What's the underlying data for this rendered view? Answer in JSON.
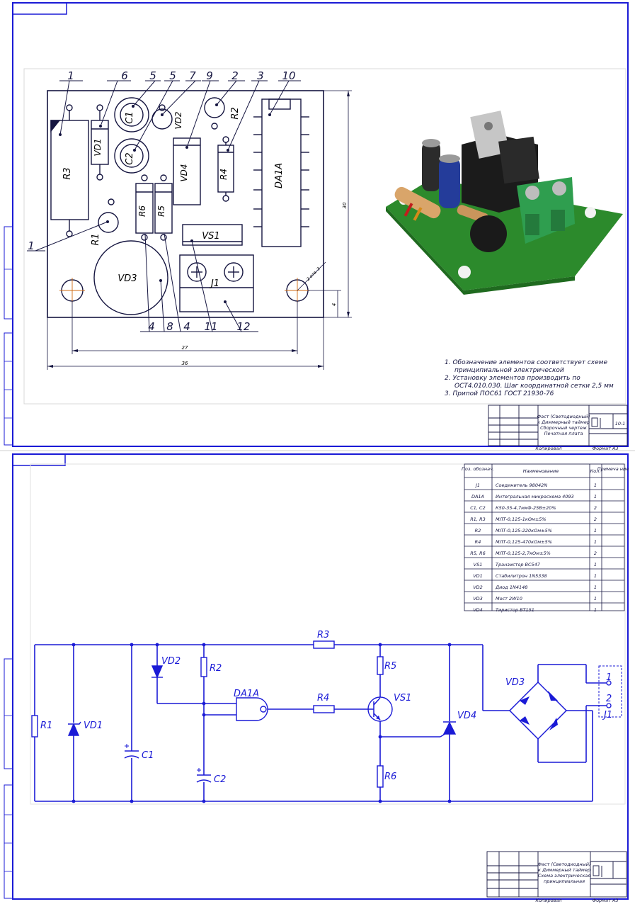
{
  "colors": {
    "frame_blue": "#1a1ad6",
    "drawing_dark": "#151540",
    "pcb_green": "#2c8a2c",
    "terminal_green": "#2f9e4f",
    "heatsink": "#1b1b1b"
  },
  "assembly": {
    "callouts": [
      "1",
      "6",
      "5",
      "5",
      "7",
      "9",
      "2",
      "3",
      "10"
    ],
    "bottom_callouts": [
      "4",
      "8",
      "4",
      "11",
      "12"
    ],
    "left_callout": "1",
    "components": {
      "R3": "R3",
      "VD1": "VD1",
      "C1": "C1",
      "C2": "C2",
      "VD2": "VD2",
      "VD4": "VD4",
      "R2": "R2",
      "R4": "R4",
      "DA1A": "DA1A",
      "R1": "R1",
      "R6": "R6",
      "R5": "R5",
      "VS1": "VS1",
      "VD3": "VD3",
      "J1": "J1"
    },
    "dims": {
      "width_inner": "27",
      "width_total": "36",
      "height": "30",
      "hole_offset": "4",
      "hole": "2 отв. 3"
    },
    "notes": [
      "1. Обозначение элементов соответствует схеме",
      "принципиальной электрической",
      "2. Установку элементов производить по",
      "ОСТ4.010.030. Шаг координатной сетки 2,5 мм",
      "3. Припой ПОС61 ГОСТ 21930-76"
    ],
    "title_block": {
      "text1": "Фаст (Светодиодный)",
      "text2": "к Диммерный таймер",
      "text3": "Сборочный чертеж",
      "text4": "Печатная плата",
      "scale": "10:1",
      "copied": "Копировал",
      "format": "Формат   А3"
    }
  },
  "bom": {
    "headers": [
      "Поз. обознач.",
      "Наименование",
      "Кол.",
      "Примеча ние"
    ],
    "rows": [
      [
        "J1",
        "Соединитель 98042N",
        "1",
        ""
      ],
      [
        "DA1A",
        "Интегральная микросхема 4093",
        "1",
        ""
      ],
      [
        "C1, C2",
        "К50-35-4,7мкФ-25В±20%",
        "2",
        ""
      ],
      [
        "R1, R3",
        "МЛТ-0,125-1кОм±5%",
        "2",
        ""
      ],
      [
        "R2",
        "МЛТ-0,125-220кОм±5%",
        "1",
        ""
      ],
      [
        "R4",
        "МЛТ-0,125-470кОм±5%",
        "1",
        ""
      ],
      [
        "R5, R6",
        "МЛТ-0,125-2,7кОм±5%",
        "2",
        ""
      ],
      [
        "VS1",
        "Транзистор BC547",
        "1",
        ""
      ],
      [
        "VD1",
        "Стабилитрон 1N5338",
        "1",
        ""
      ],
      [
        "VD2",
        "Диод 1N4148",
        "1",
        ""
      ],
      [
        "VD3",
        "Мост 2W10",
        "1",
        ""
      ],
      [
        "VD4",
        "Тиристор BT151",
        "1",
        ""
      ]
    ]
  },
  "schematic": {
    "labels": {
      "R3": "R3",
      "R2": "R2",
      "VD2": "VD2",
      "DA1A": "DA1A",
      "R4": "R4",
      "R5": "R5",
      "VS1": "VS1",
      "VD4": "VD4",
      "VD3": "VD3",
      "R6": "R6",
      "R1": "R1",
      "VD1": "VD1",
      "C1": "C1",
      "C2": "C2",
      "J1": "J1",
      "pin1": "1",
      "pin2": "2"
    },
    "title_block": {
      "text1": "Фаст (Светодиодный)",
      "text2": "к Диммерный таймер",
      "text3": "Схема электрическая",
      "text4": "принципиальная",
      "copied": "Копировал",
      "format": "Формат   А3"
    }
  }
}
